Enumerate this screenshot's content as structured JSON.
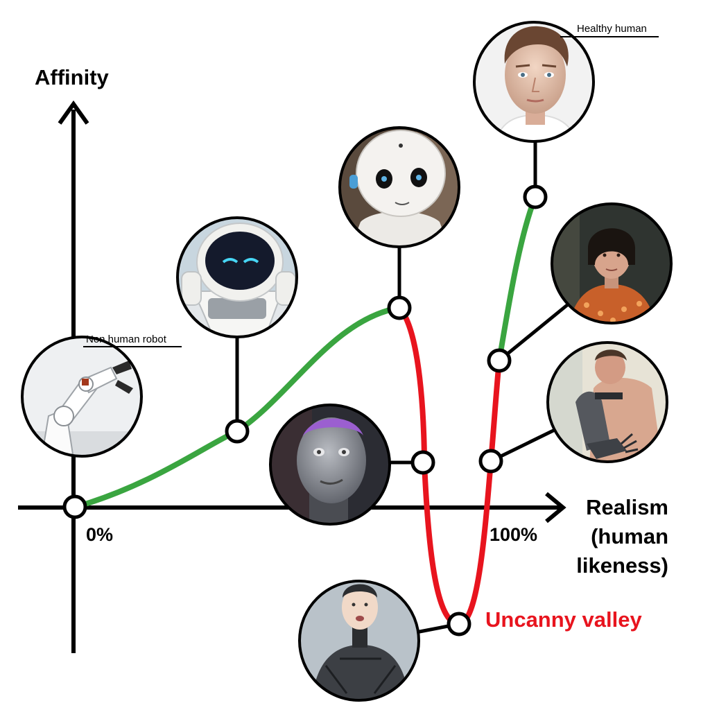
{
  "axes": {
    "y_label": "Affinity",
    "x_label_lines": [
      "Realism",
      "(human",
      "likeness)"
    ],
    "x_start_label": "0%",
    "x_end_label": "100%"
  },
  "annotations": {
    "non_human_robot": "Non human robot",
    "healthy_human": "Healthy human",
    "uncanny_valley": "Uncanny valley"
  },
  "colors": {
    "axis": "#000000",
    "rising_curve": "#3aa540",
    "valley_curve": "#e8141e",
    "valley_text": "#e8141e",
    "node_fill": "#ffffff",
    "node_stroke": "#000000"
  },
  "portraits": [
    {
      "name": "industrial-robot-arm-photo",
      "icon": "robot-arm-icon"
    },
    {
      "name": "toy-robot-photo",
      "icon": "toy-robot-icon"
    },
    {
      "name": "pepper-robot-photo",
      "icon": "humanoid-robot-icon"
    },
    {
      "name": "healthy-human-photo",
      "icon": "human-face-icon"
    },
    {
      "name": "android-robot-photo",
      "icon": "android-head-icon"
    },
    {
      "name": "uncanny-android-photo",
      "icon": "android-torso-icon"
    },
    {
      "name": "realistic-android-photo",
      "icon": "female-android-icon"
    },
    {
      "name": "prosthetic-arm-photo",
      "icon": "prosthetic-arm-icon"
    }
  ]
}
